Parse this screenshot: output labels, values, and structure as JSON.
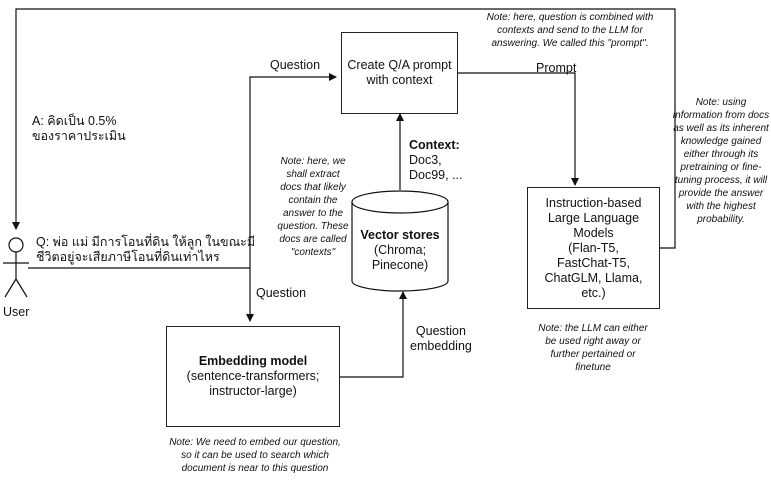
{
  "boxes": {
    "qa_prompt": "Create Q/A prompt\nwith context",
    "llm": "Instruction-based\nLarge Language\nModels\n(Flan-T5,\nFastChat-T5,\nChatGLM, Llama,\netc.)",
    "embedding_title": "Embedding model",
    "embedding_sub": "(sentence-transformers;\ninstructor-large)",
    "vector_title": "Vector stores",
    "vector_sub": "(Chroma;\nPinecone)"
  },
  "labels": {
    "question_top": "Question",
    "prompt": "Prompt",
    "question_mid": "Question",
    "question_embedding": "Question\nembedding",
    "context_title": "Context:",
    "context_docs": "Doc3,\nDoc99, ...",
    "answer": "A: คิดเป็น 0.5%\nของราคาประเมิน",
    "user_question": "Q: พ่อ แม่ มีการโอนที่ดิน ให้ลูก ในขณะมี\nชีวิตอยู่จะเสียภาษีโอนที่ดินเท่าไหร",
    "user": "User"
  },
  "notes": {
    "prompt_note": "Note: here, question is combined with\ncontexts and send to the LLM for\nanswering.   We called this \"prompt\".",
    "llm_note": "Note: using\ninformation from docs\nas well as its inherent\nknowledge gained\neither through its\npretraining or fine-\ntuning process, it will\nprovide the answer\nwith the highest\nprobability.",
    "context_note": "Note: here, we\nshall extract\ndocs that likely\ncontain the\nanswer to the\nquestion.  These\ndocs are called\n\"contexts\"",
    "llm_use_note": "Note: the LLM can either\nbe used right away or\nfurther pertained or\nfinetune",
    "embed_note": "Note: We need to embed our question,\nso it can be used to search which\ndocument is near to this question"
  }
}
